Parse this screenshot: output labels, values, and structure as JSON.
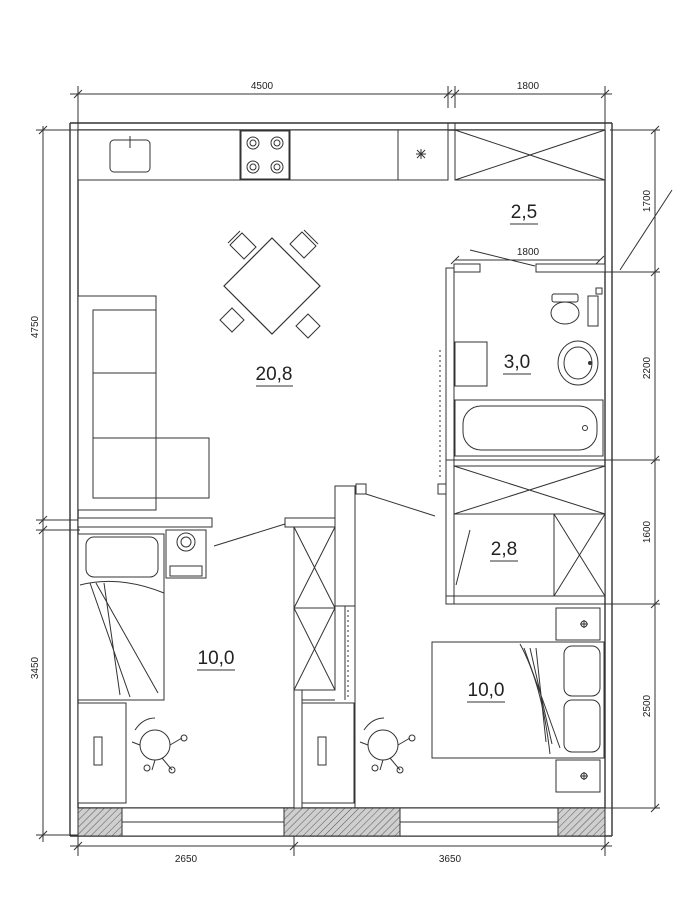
{
  "dimensions": {
    "top_left": "4500",
    "top_right": "1800",
    "left_top": "4750",
    "left_bottom": "3450",
    "right_1": "1700",
    "right_2": "2200",
    "right_3": "1600",
    "right_4": "2500",
    "bottom_left": "2650",
    "bottom_right": "3650",
    "bath_inner": "1800"
  },
  "rooms": {
    "living": "20,8",
    "hall": "2,5",
    "bathroom": "3,0",
    "storage": "2,8",
    "bedroom_left": "10,0",
    "bedroom_right": "10,0"
  }
}
